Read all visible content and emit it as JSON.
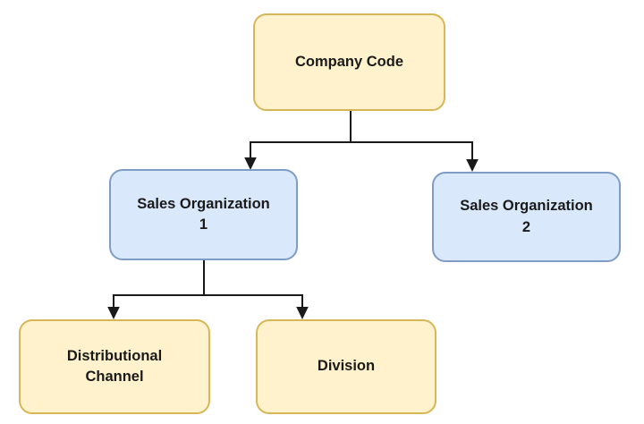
{
  "diagram": {
    "type": "org-chart",
    "nodes": [
      {
        "id": "company-code",
        "label": "Company Code",
        "fill": "#FFF2CC",
        "stroke": "#D6B656"
      },
      {
        "id": "sales-organization-1",
        "label": "Sales Organization\n1",
        "fill": "#DAE8FC",
        "stroke": "#7E9CC4"
      },
      {
        "id": "sales-organization-2",
        "label": "Sales Organization\n2",
        "fill": "#DAE8FC",
        "stroke": "#7E9CC4"
      },
      {
        "id": "distributional-channel",
        "label": "Distributional\nChannel",
        "fill": "#FFF2CC",
        "stroke": "#D6B656"
      },
      {
        "id": "division",
        "label": "Division",
        "fill": "#FFF2CC",
        "stroke": "#D6B656"
      }
    ],
    "edges": [
      {
        "from": "company-code",
        "to": "sales-organization-1"
      },
      {
        "from": "company-code",
        "to": "sales-organization-2"
      },
      {
        "from": "sales-organization-1",
        "to": "distributional-channel"
      },
      {
        "from": "sales-organization-1",
        "to": "division"
      }
    ],
    "colors": {
      "background": "#ffffff",
      "connector": "#1a1a1a",
      "text": "#1a1a1a"
    }
  }
}
